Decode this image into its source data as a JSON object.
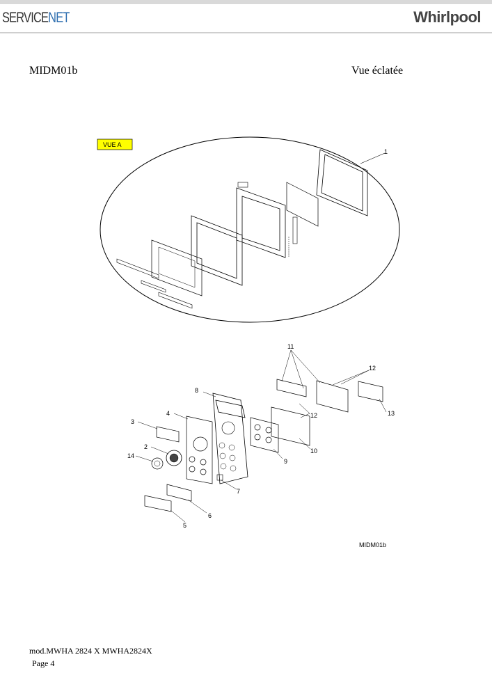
{
  "header": {
    "brand_left_a": "SERVICE",
    "brand_left_b": "NET",
    "brand_right": "Whirlpool"
  },
  "doc": {
    "model_code": "MIDM01b",
    "view_title": "Vue éclatée"
  },
  "diagram": {
    "view_tag": "VUE A",
    "callouts": [
      "1",
      "2",
      "3",
      "4",
      "5",
      "6",
      "7",
      "8",
      "9",
      "10",
      "11",
      "12",
      "12",
      "13",
      "14"
    ],
    "drawing_code": "MIDM01b"
  },
  "footer": {
    "model_line": "mod.MWHA 2824 X MWHA2824X",
    "page": "Page 4"
  }
}
